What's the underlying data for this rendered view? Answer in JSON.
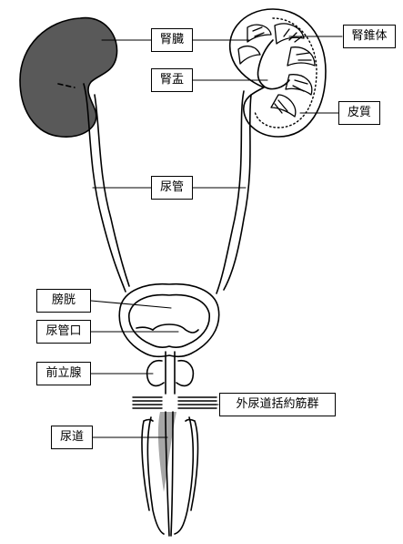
{
  "labels": {
    "kidney": "腎臓",
    "renal_pyramid": "腎錐体",
    "renal_pelvis": "腎盂",
    "cortex": "皮質",
    "ureter": "尿管",
    "bladder": "膀胱",
    "ureteral_orifice": "尿管口",
    "prostate": "前立腺",
    "external_urethral_sphincter": "外尿道括約筋群",
    "urethra": "尿道"
  },
  "colors": {
    "ink": "#000000",
    "kidney_fill": "#595959",
    "urethra_fill": "#a6a6a6",
    "background": "#ffffff"
  }
}
